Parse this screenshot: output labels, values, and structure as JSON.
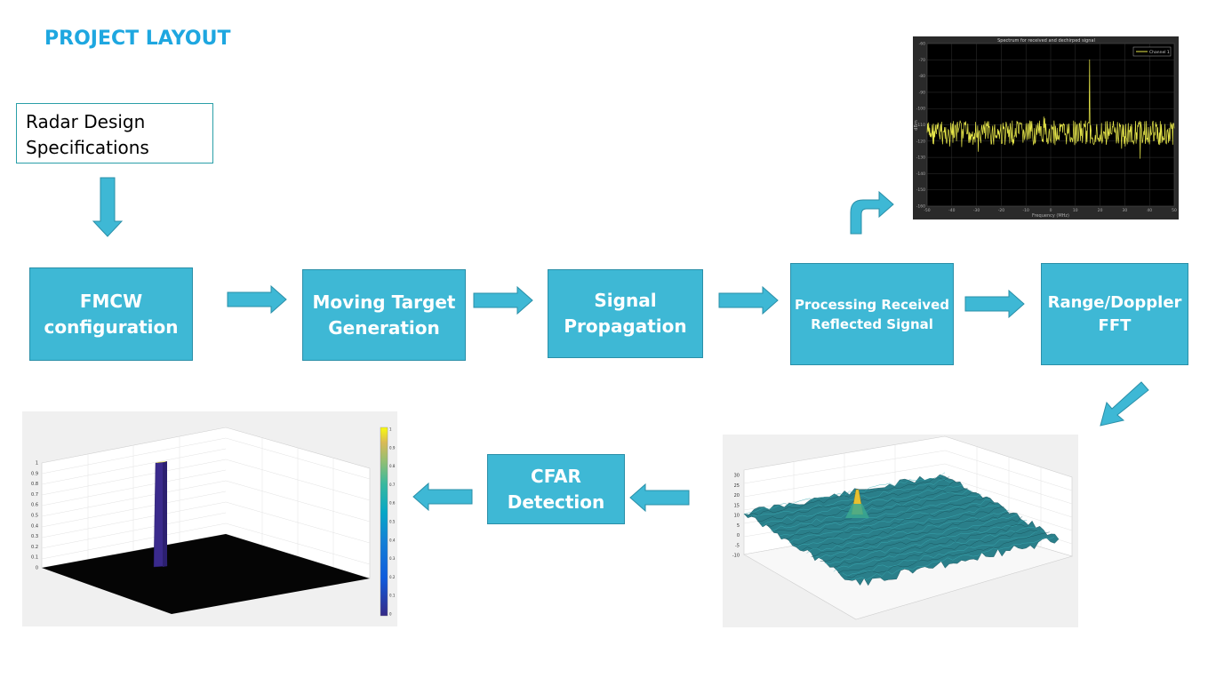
{
  "title": "PROJECT LAYOUT",
  "spec_box": {
    "line1": "Radar Design",
    "line2": "Specifications"
  },
  "steps": {
    "fmcw": {
      "line1": "FMCW",
      "line2": "configuration"
    },
    "moving_target": {
      "line1": "Moving Target",
      "line2": "Generation"
    },
    "signal_propagation": {
      "line1": "Signal",
      "line2": "Propagation"
    },
    "processing": {
      "line1": "Processing Received",
      "line2": "Reflected Signal"
    },
    "range_doppler": {
      "line1": "Range/Doppler",
      "line2": "FFT"
    },
    "cfar": {
      "line1": "CFAR",
      "line2": "Detection"
    }
  },
  "spectrum_plot": {
    "title": "Spectrum for received and dechirped signal",
    "legend": "Channel 1",
    "xlabel": "Frequency (MHz)",
    "ylabel": "dBm",
    "xticks": [
      "-50",
      "-40",
      "-30",
      "-20",
      "-10",
      "0",
      "10",
      "20",
      "30",
      "40",
      "50"
    ],
    "yticks": [
      "-60",
      "-70",
      "-80",
      "-90",
      "-100",
      "-110",
      "-120",
      "-130",
      "-140",
      "-150",
      "-160"
    ]
  },
  "rdm_plot": {
    "zticks": [
      "30",
      "25",
      "20",
      "15",
      "10",
      "5",
      "0",
      "-5",
      "-10"
    ]
  },
  "cfar_plot": {
    "zticks": [
      "1",
      "0.9",
      "0.8",
      "0.7",
      "0.6",
      "0.5",
      "0.4",
      "0.3",
      "0.2",
      "0.1",
      "0"
    ],
    "colorbar_ticks": [
      "1",
      "0.9",
      "0.8",
      "0.7",
      "0.6",
      "0.5",
      "0.4",
      "0.3",
      "0.2",
      "0.1",
      "0"
    ]
  },
  "colors": {
    "box_fill": "#3eb8d5",
    "title": "#1ea7e0",
    "arrow_fill": "#3eb8d5"
  }
}
